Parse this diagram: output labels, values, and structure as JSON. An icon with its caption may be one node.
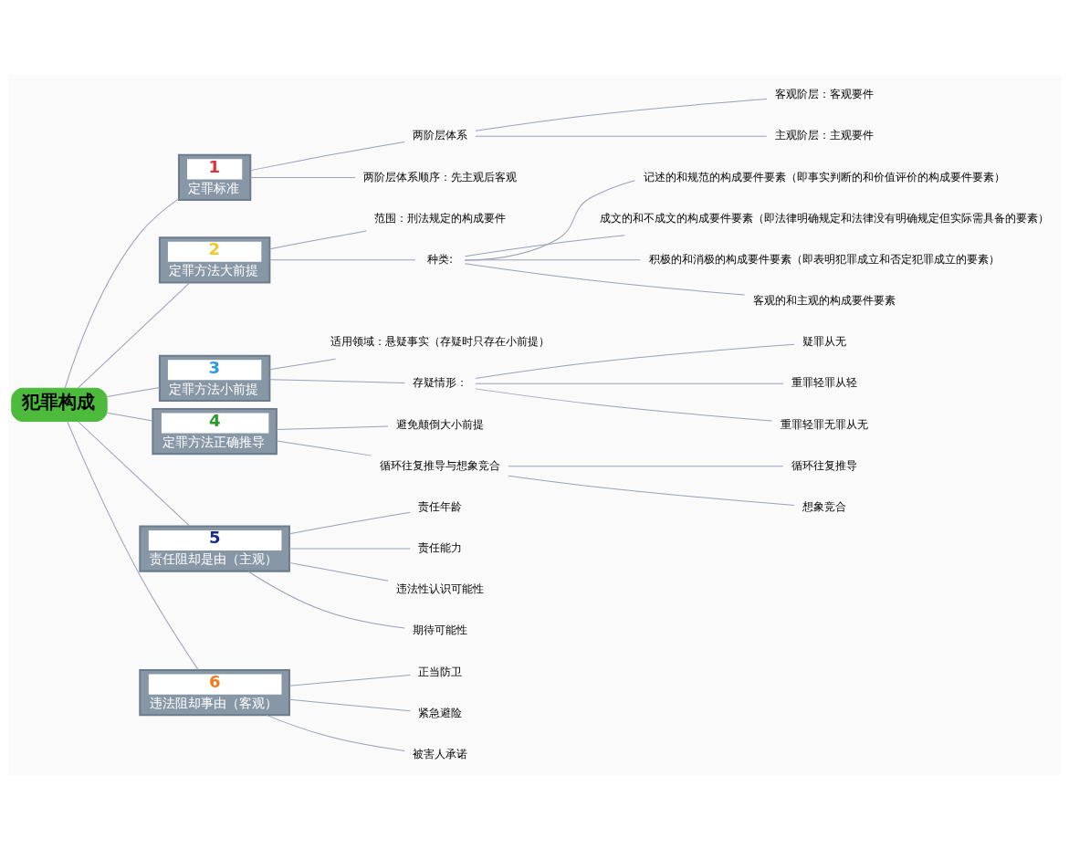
{
  "diagram": {
    "nodes": [
      {
        "text": [
          "犯罪构成"
        ]
      },
      {
        "text": [
          "1",
          "定罪标准"
        ]
      },
      {
        "text": [
          "两阶层体系"
        ]
      },
      {
        "text": [
          "客观阶层：客观要件"
        ]
      },
      {
        "text": [
          "主观阶层：主观要件"
        ]
      },
      {
        "text": [
          "两阶层体系顺序：先主观后客观"
        ]
      },
      {
        "text": [
          "2",
          "定罪方法大前提"
        ]
      },
      {
        "text": [
          "范围：刑法规定的构成要件"
        ]
      },
      {
        "text": [
          "种类:"
        ]
      },
      {
        "text": [
          "记述的和规范的构成要件要素（即事实判断的和价值评价的构成要件要素）"
        ]
      },
      {
        "text": [
          "成文的和不成文的构成要件要素（即法律明确规定和法律没有明确规定但实际需具备的要素）"
        ]
      },
      {
        "text": [
          "积极的和消极的构成要件要素（即表明犯罪成立和否定犯罪成立的要素）"
        ]
      },
      {
        "text": [
          "客观的和主观的构成要件要素"
        ]
      },
      {
        "text": [
          "3",
          "定罪方法小前提"
        ]
      },
      {
        "text": [
          "适用领域：悬疑事实（存疑时只存在小前提）"
        ]
      },
      {
        "text": [
          "存疑情形："
        ]
      },
      {
        "text": [
          "疑罪从无"
        ]
      },
      {
        "text": [
          "重罪轻罪从轻"
        ]
      },
      {
        "text": [
          "重罪轻罪无罪从无"
        ]
      },
      {
        "text": [
          "4",
          "定罪方法正确推导"
        ]
      },
      {
        "text": [
          "避免颠倒大小前提"
        ]
      },
      {
        "text": [
          "循环往复推导与想象竞合"
        ]
      },
      {
        "text": [
          "循环往复推导"
        ]
      },
      {
        "text": [
          "想象竞合"
        ]
      },
      {
        "text": [
          "5",
          "责任阻却是由（主观）"
        ]
      },
      {
        "text": [
          "责任年龄"
        ]
      },
      {
        "text": [
          "责任能力"
        ]
      },
      {
        "text": [
          "违法性认识可能性"
        ]
      },
      {
        "text": [
          "期待可能性"
        ]
      },
      {
        "text": [
          "6",
          "违法阻却事由（客观）"
        ]
      },
      {
        "text": [
          "正当防卫"
        ]
      },
      {
        "text": [
          "紧急避险"
        ]
      },
      {
        "text": [
          "被害人承诺"
        ]
      }
    ],
    "edges": [
      {
        "from": 0,
        "to": 1,
        "arrow": "none"
      },
      {
        "from": 1,
        "to": 2,
        "arrow": "none"
      },
      {
        "from": 2,
        "to": 3,
        "arrow": "none"
      },
      {
        "from": 2,
        "to": 4,
        "arrow": "none"
      },
      {
        "from": 1,
        "to": 5,
        "arrow": "none"
      },
      {
        "from": 0,
        "to": 6,
        "arrow": "none"
      },
      {
        "from": 6,
        "to": 7,
        "arrow": "none"
      },
      {
        "from": 6,
        "to": 8,
        "arrow": "none"
      },
      {
        "from": 8,
        "to": 9,
        "arrow": "none"
      },
      {
        "from": 8,
        "to": 10,
        "arrow": "none"
      },
      {
        "from": 8,
        "to": 11,
        "arrow": "none"
      },
      {
        "from": 8,
        "to": 12,
        "arrow": "none"
      },
      {
        "from": 0,
        "to": 13,
        "arrow": "none"
      },
      {
        "from": 13,
        "to": 14,
        "arrow": "none"
      },
      {
        "from": 13,
        "to": 15,
        "arrow": "none"
      },
      {
        "from": 15,
        "to": 16,
        "arrow": "none"
      },
      {
        "from": 15,
        "to": 17,
        "arrow": "none"
      },
      {
        "from": 15,
        "to": 18,
        "arrow": "none"
      },
      {
        "from": 0,
        "to": 19,
        "arrow": "none"
      },
      {
        "from": 19,
        "to": 20,
        "arrow": "none"
      },
      {
        "from": 19,
        "to": 21,
        "arrow": "none"
      },
      {
        "from": 21,
        "to": 22,
        "arrow": "none"
      },
      {
        "from": 21,
        "to": 23,
        "arrow": "none"
      },
      {
        "from": 0,
        "to": 24,
        "arrow": "none"
      },
      {
        "from": 24,
        "to": 25,
        "arrow": "none"
      },
      {
        "from": 24,
        "to": 26,
        "arrow": "none"
      },
      {
        "from": 24,
        "to": 27,
        "arrow": "none"
      },
      {
        "from": 24,
        "to": 28,
        "arrow": "none"
      },
      {
        "from": 0,
        "to": 29,
        "arrow": "none"
      },
      {
        "from": 29,
        "to": 30,
        "arrow": "none"
      },
      {
        "from": 29,
        "to": 31,
        "arrow": "none"
      },
      {
        "from": 29,
        "to": 32,
        "arrow": "none"
      }
    ]
  }
}
